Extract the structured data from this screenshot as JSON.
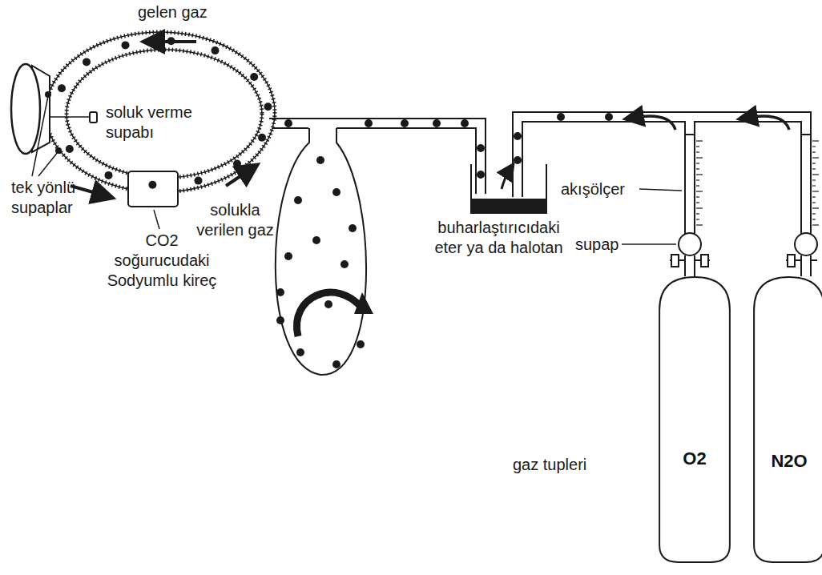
{
  "diagram": {
    "nodes": [
      {
        "text": [
          "O2"
        ]
      },
      {
        "text": [
          "N2O"
        ]
      }
    ],
    "labels": [
      "gelen gaz",
      "soluk verme supabı",
      "tek yönlü supaplar",
      "CO2 soğurucudaki Sodyumlu kireç",
      "solukla verilen gaz",
      "akışölçer",
      "supap",
      "buharlaştırıcıdaki eter ya da halotan",
      "gaz tupleri"
    ]
  }
}
